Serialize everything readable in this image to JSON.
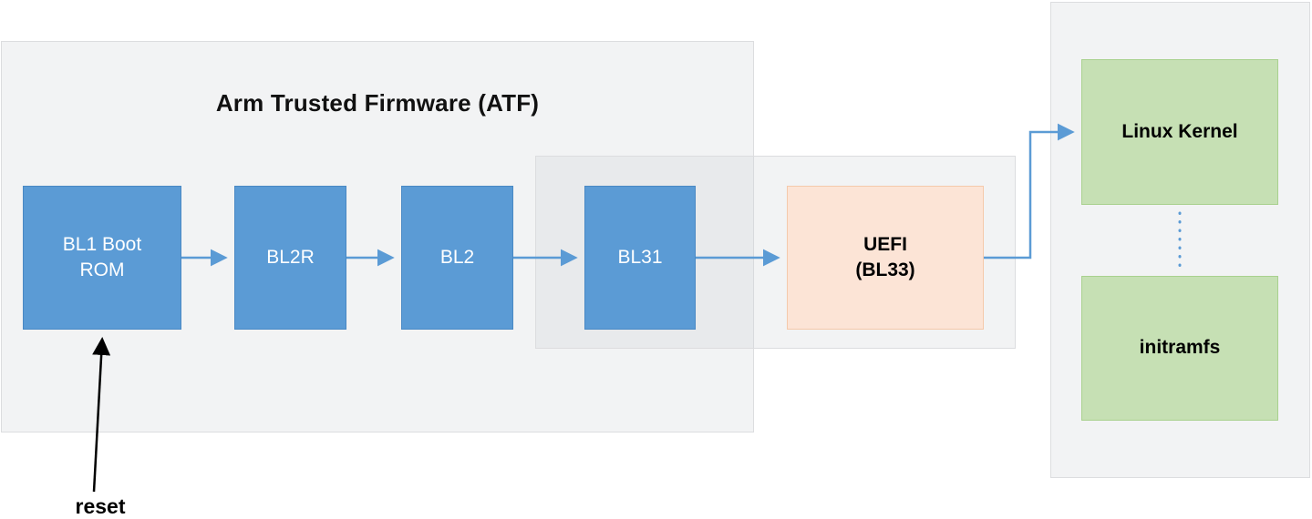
{
  "diagram": {
    "title": "Arm Trusted Firmware (ATF)",
    "reset_label": "reset",
    "nodes": {
      "bl1": "BL1 Boot ROM",
      "bl2r": "BL2R",
      "bl2": "BL2",
      "bl31": "BL31",
      "uefi_line1": "UEFI",
      "uefi_line2": "(BL33)",
      "linux_kernel": "Linux Kernel",
      "initramfs": "initramfs"
    },
    "colors": {
      "node_blue_fill": "#5b9bd5",
      "node_blue_border": "#4a89c4",
      "node_peach_fill": "#fce4d6",
      "node_peach_border": "#f5c9ab",
      "node_green_fill": "#c6e0b4",
      "node_green_border": "#a9d18e",
      "group_fill": "#f0f0f1",
      "group_border": "#dcdddf",
      "arrow_blue": "#5b9bd5",
      "arrow_black": "#000000"
    }
  }
}
